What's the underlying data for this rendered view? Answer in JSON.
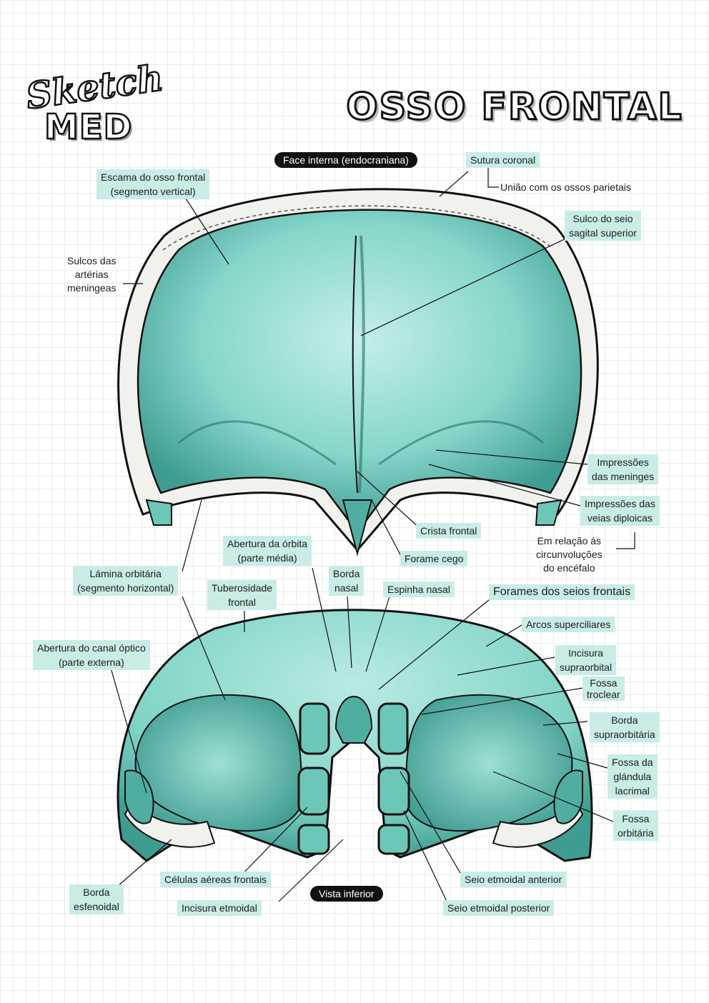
{
  "logo": {
    "line1": "Sketch",
    "line2": "MED"
  },
  "title": "OSSO FRONTAL",
  "views": {
    "top": "Face interna (endocraniana)",
    "bottom": "Vista inferior"
  },
  "labels": {
    "sutura_coronal": "Sutura coronal",
    "uniao_parietais": "União com os ossos parietais",
    "escama_1": "Escama do osso frontal",
    "escama_2": "(segmento vertical)",
    "sulco_seio_1": "Sulco do seio",
    "sulco_seio_2": "sagital superior",
    "sulcos_art_1": "Sulcos das",
    "sulcos_art_2": "artérias",
    "sulcos_art_3": "meningeas",
    "imp_meninges_1": "Impressões",
    "imp_meninges_2": "das meninges",
    "imp_veias_1": "Impressões das",
    "imp_veias_2": "veias diploicas",
    "crista_frontal": "Crista frontal",
    "rel_circ_1": "Em relação ás",
    "rel_circ_2": "circunvoluções",
    "rel_circ_3": "do encéfalo",
    "forame_cego": "Forame cego",
    "abertura_orbita_1": "Abertura da órbita",
    "abertura_orbita_2": "(parte média)",
    "lamina_1": "Lámina orbitária",
    "lamina_2": "(segmento horizontal)",
    "borda_nasal_1": "Borda",
    "borda_nasal_2": "nasal",
    "espinha_nasal": "Espinha nasal",
    "tuberosidade_1": "Tuberosidade",
    "tuberosidade_2": "frontal",
    "forames_seios": "Forames dos seios frontais",
    "arcos": "Arcos superciliares",
    "abertura_canal_1": "Abertura do canal óptico",
    "abertura_canal_2": "(parte externa)",
    "incisura_supra_1": "Incisura",
    "incisura_supra_2": "supraorbital",
    "fossa_troclear_1": "Fossa",
    "fossa_troclear_2": "troclear",
    "borda_supra_1": "Borda",
    "borda_supra_2": "supraorbitária",
    "fossa_glandula_1": "Fossa da",
    "fossa_glandula_2": "glándula",
    "fossa_glandula_3": "lacrimal",
    "fossa_orbitaria_1": "Fossa",
    "fossa_orbitaria_2": "orbitária",
    "borda_esf_1": "Borda",
    "borda_esf_2": "esfenoidal",
    "celulas": "Células aéreas frontais",
    "incisura_etmoidal": "Incisura etmoidal",
    "seio_anterior": "Seio etmoidal anterior",
    "seio_posterior": "Seio etmoidal posterior"
  },
  "colors": {
    "bone_teal": "#7fd3c6",
    "bone_dark": "#3f9c90",
    "bone_light": "#b9ebe3",
    "label_bg": "#c9ece7",
    "outline": "#111111"
  }
}
